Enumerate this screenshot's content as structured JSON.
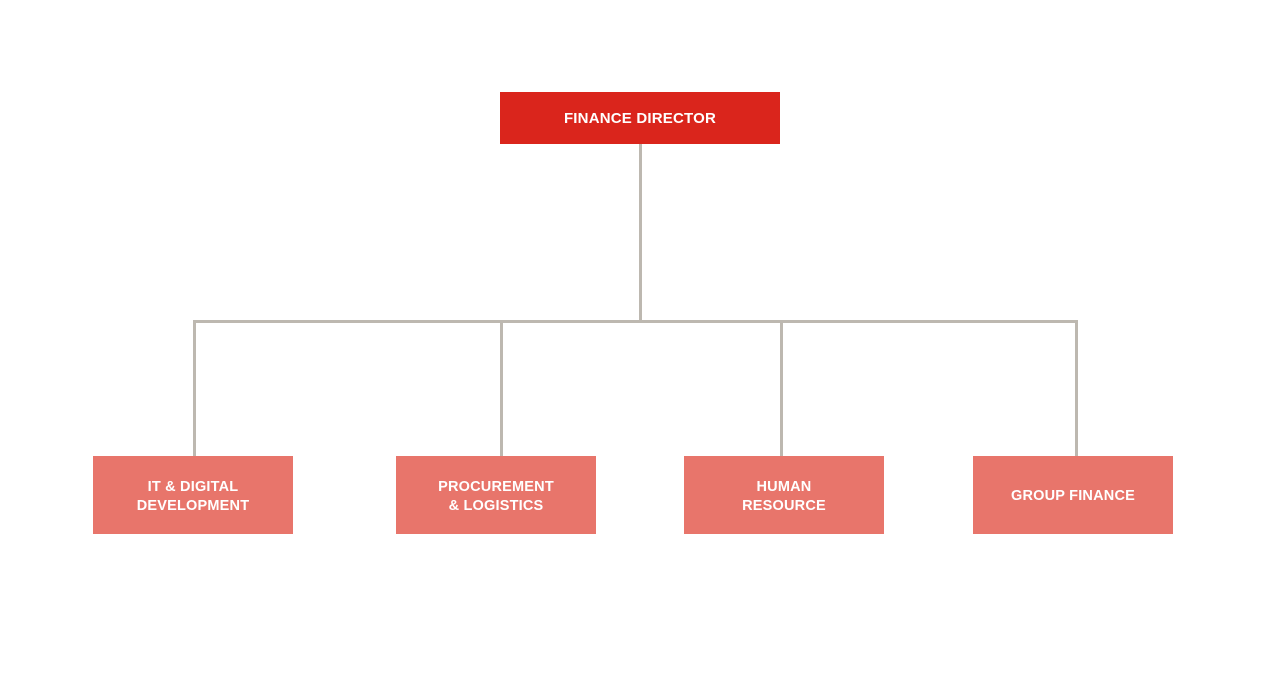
{
  "chart": {
    "type": "org-chart",
    "background_color": "#ffffff",
    "line_color": "#bdb8b0",
    "root": {
      "label": "FINANCE DIRECTOR",
      "color": "#da251c",
      "text_color": "#ffffff"
    },
    "children": [
      {
        "label": "IT & DIGITAL\nDEVELOPMENT",
        "color": "#e8756b",
        "text_color": "#ffffff",
        "lines": 2
      },
      {
        "label": "PROCUREMENT\n& LOGISTICS",
        "color": "#e8756b",
        "text_color": "#ffffff",
        "lines": 2
      },
      {
        "label": "HUMAN\nRESOURCE",
        "color": "#e8756b",
        "text_color": "#ffffff",
        "lines": 2
      },
      {
        "label": "GROUP FINANCE",
        "color": "#e8756b",
        "text_color": "#ffffff",
        "lines": 1
      }
    ]
  }
}
